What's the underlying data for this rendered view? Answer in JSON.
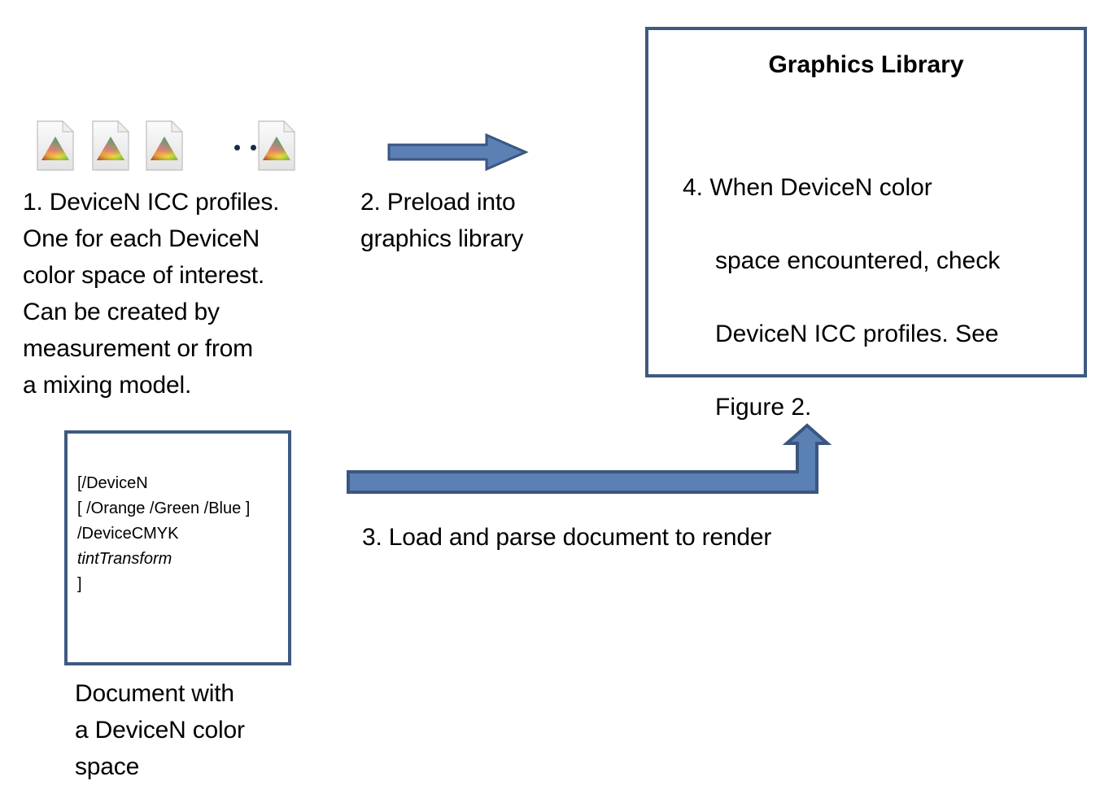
{
  "figure": {
    "title": "DeviceN ICC profile workflow diagram",
    "background": "#ffffff",
    "accent_blue_fill": "#5a80b4",
    "accent_blue_stroke": "#3a5680",
    "box_border_color": "#3e5a80",
    "text_color": "#000000"
  },
  "icons": {
    "profile_icon_name": "icc-profile-file-icon",
    "count_shown": 4,
    "ellipsis": "...",
    "description": "document page with folded corner containing rainbow gradient triangle"
  },
  "steps": {
    "step1": "1. DeviceN ICC profiles.\nOne for each DeviceN\ncolor space of interest.\nCan be created by\nmeasurement or from\na mixing model.",
    "step2": "2. Preload into\ngraphics library",
    "step3": "3. Load and parse document to render",
    "step4_lines": [
      "4. When DeviceN color",
      "space encountered, check",
      "DeviceN ICC profiles.  See",
      "Figure 2."
    ]
  },
  "graphics_library_box": {
    "title": "Graphics Library"
  },
  "code_box": {
    "lines": [
      "[/DeviceN",
      "[ /Orange /Green /Blue ]",
      "/DeviceCMYK",
      "tintTransform",
      "]"
    ],
    "italic_line_index": 3,
    "caption": "Document with\na DeviceN color\nspace"
  },
  "arrows": {
    "preload_arrow_name": "preload-right-arrow",
    "parse_arrow_name": "load-parse-bent-arrow"
  }
}
